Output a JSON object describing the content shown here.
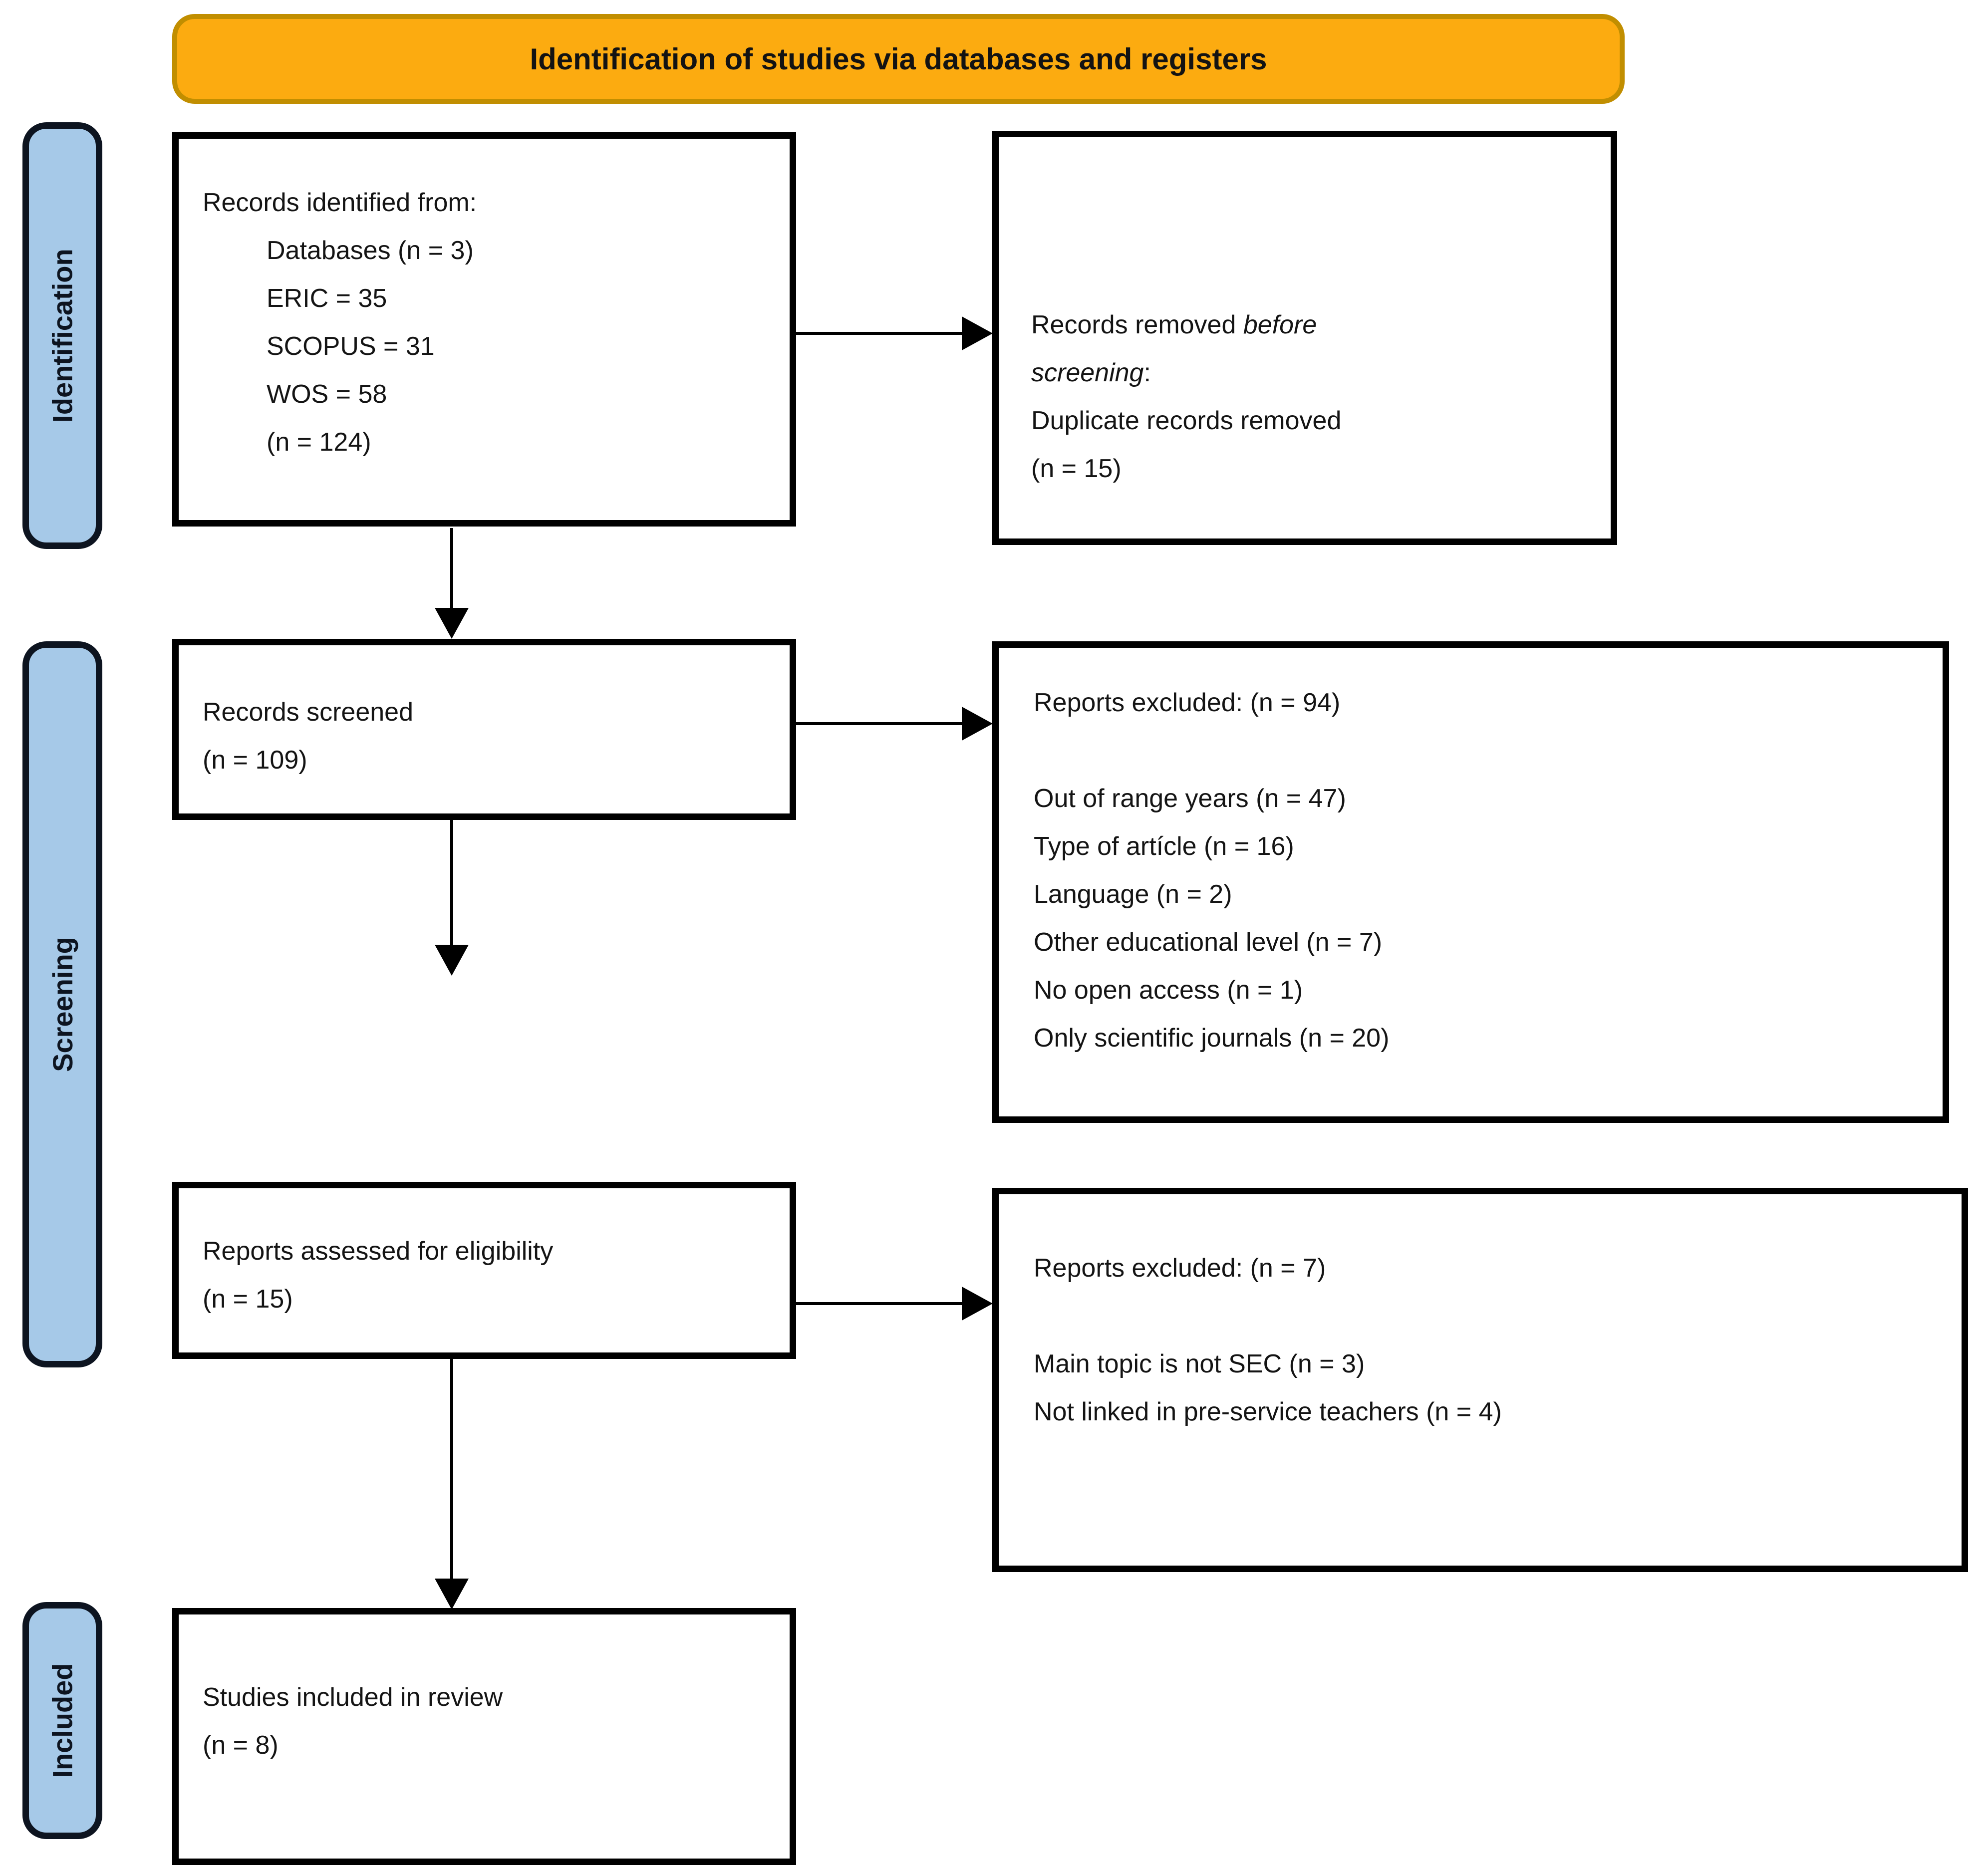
{
  "banner": {
    "label": "Identification of studies via databases and registers"
  },
  "sidebar": {
    "items": [
      {
        "label": "Identification"
      },
      {
        "label": "Screening"
      },
      {
        "label": "Included"
      }
    ]
  },
  "boxes": {
    "records_identified": {
      "title": "Records identified from:",
      "items": [
        "Databases (n = 3)",
        "ERIC = 35",
        "SCOPUS = 31",
        "WOS = 58",
        "(n = 124)"
      ]
    },
    "records_removed": {
      "line1_normal": "Records removed ",
      "line1_italic": "before",
      "line2_italic": "screening",
      "line2_suffix": ":",
      "line3": "Duplicate records removed",
      "line4": " (n = 15)"
    },
    "records_screened": {
      "line1": "Records screened",
      "line2": "(n = 109)"
    },
    "reports_excluded_screening": {
      "title": "Reports excluded: (n = 94)",
      "items": [
        "Out of range years (n = 47)",
        "Type of artícle (n = 16)",
        "Language (n = 2)",
        "Other educational level (n = 7)",
        "No open access (n = 1)",
        "Only scientific journals (n = 20)"
      ]
    },
    "reports_assessed": {
      "line1": "Reports assessed for eligibility",
      "line2": "(n = 15)"
    },
    "reports_excluded_eligibility": {
      "title": "Reports excluded: (n = 7)",
      "items": [
        "Main topic is not SEC (n = 3)",
        "Not linked in pre-service teachers (n = 4)"
      ]
    },
    "studies_included": {
      "line1": "Studies included in review",
      "line2": "(n = 8)"
    }
  },
  "colors": {
    "banner_fill": "#FCAB10",
    "banner_border": "#C18E00",
    "sidebar_fill": "#A6C9E8",
    "sidebar_border": "#0D1420",
    "box_border": "#000000",
    "text": "#141414"
  }
}
